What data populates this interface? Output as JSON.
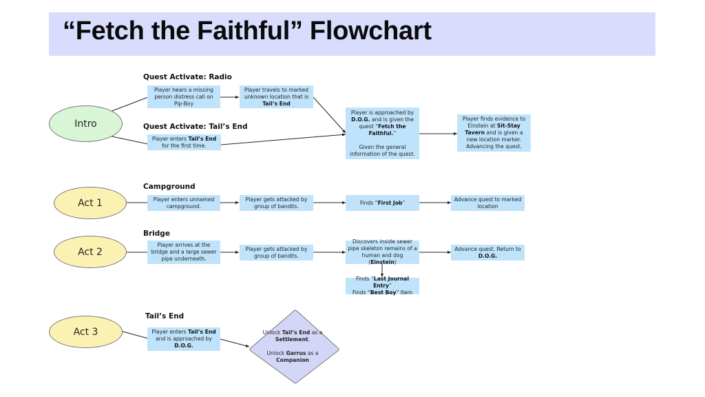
{
  "title": "“Fetch the Faithful” Flowchart",
  "colors": {
    "title_bg": "#d9dcfc",
    "intro_fill": "#d8f5d6",
    "act_fill": "#fbf1b3",
    "box_fill": "#bfe3fb",
    "diamond_fill": "#d4d6f8"
  },
  "stages": {
    "intro": "Intro",
    "act1": "Act 1",
    "act2": "Act 2",
    "act3": "Act 3"
  },
  "sections": {
    "radio": "Quest Activate: Radio",
    "tails_end_intro": "Quest Activate: Tail’s End",
    "campground": "Campground",
    "bridge": "Bridge",
    "tails_end_act3": "Tail’s End"
  },
  "boxes": {
    "radio_1": {
      "a": "Player hears a missing person distress call on Pip-Boy"
    },
    "radio_2": {
      "a": "Player travels to marked unknown location that is ",
      "b": "Tail’s End"
    },
    "tails_1": {
      "a": "Player enters ",
      "b": "Tail’s End",
      "c": " for the first time."
    },
    "dog": {
      "a": "Player is approached by ",
      "b": "D.O.G.",
      "c": " and is given the quest “",
      "d": "Fetch the Faithful.",
      "e": "”",
      "f": "Given the general information of the quest."
    },
    "tavern": {
      "a": "Player finds evidence to Einstein at ",
      "b": "Sit-Stay Tavern",
      "c": " and is given a new location marker. Advancing the quest."
    },
    "act1_1": {
      "a": "Player enters unnamed campground."
    },
    "act1_2": {
      "a": "Player gets attacked by group of bandits."
    },
    "act1_3": {
      "a": "Finds “",
      "b": "First Job",
      "c": "”"
    },
    "act1_4": {
      "a": "Advance quest to marked location"
    },
    "act2_1": {
      "a": "Player arrives at the bridge and a large sewer pipe underneath."
    },
    "act2_2": {
      "a": "Player gets attacked by group of bandits."
    },
    "act2_3": {
      "a": "Discovers inside sewer pipe skeleton remains of a human and dog (",
      "b": "Einstein",
      "c": ")"
    },
    "act2_4": {
      "a": "Advance quest. Return to ",
      "b": "D.O.G."
    },
    "act2_5": {
      "a": "Finds “",
      "b": "Last Journal Entry",
      "c": "”",
      "d": "Finds “",
      "e": "Best Boy",
      "f": "” Item"
    },
    "act3_1": {
      "a": "Player enters ",
      "b": "Tail’s End",
      "c": " and is approached by ",
      "d": "D.O.G."
    }
  },
  "diamond": {
    "a": "Unlock ",
    "b": "Tail’s End",
    "c": " as a ",
    "d": "Settlement",
    "e": ".",
    "f": "Unlock ",
    "g": "Garrus",
    "h": " as a ",
    "i": "Companion"
  }
}
